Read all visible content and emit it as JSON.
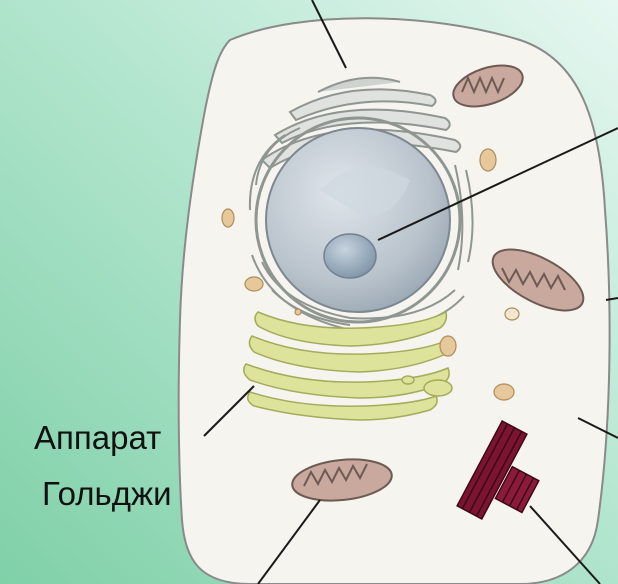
{
  "labels": {
    "golgi_line1": "Аппарат",
    "golgi_line2": "Гольджи"
  },
  "colors": {
    "background_light": "#d9f2ec",
    "background_green": "#8fd6b4",
    "cytoplasm": "#f6f4ee",
    "cell_outline": "#8a8a8a",
    "nucleus": "#b9c3cc",
    "nucleolus": "#8ea3b5",
    "endoplasmic_reticulum": "#bfc4c0",
    "golgi": "#dde39a",
    "mitochondria": "#c9a99d",
    "vesicles": "#e7c89a",
    "centrioles": "#7a1430",
    "pointer_lines": "#1a1a1a"
  },
  "structures": [
    "cell-membrane",
    "nucleus",
    "nucleolus",
    "endoplasmic-reticulum",
    "golgi-apparatus",
    "mitochondria",
    "vesicles",
    "centrioles"
  ]
}
